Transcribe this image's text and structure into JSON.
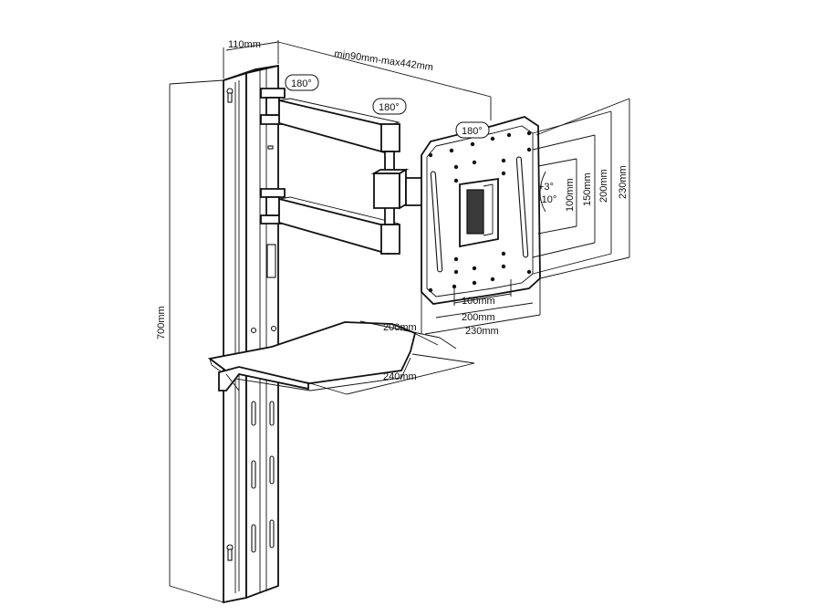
{
  "dimensions": {
    "depth_top": "110mm",
    "arm_extension": "min90mm-max442mm",
    "height": "700mm",
    "shelf_width": "200mm",
    "shelf_depth": "240mm",
    "vesa_h_100": "100mm",
    "vesa_h_200": "200mm",
    "vesa_h_230": "230mm",
    "vesa_v_100": "100mm",
    "vesa_v_150": "150mm",
    "vesa_v_200": "200mm",
    "vesa_v_230": "230mm"
  },
  "rotation": {
    "swivel_1": "180°",
    "swivel_2": "180°",
    "swivel_3": "180°",
    "tilt_up": "+3°",
    "tilt_down": "-10°"
  }
}
